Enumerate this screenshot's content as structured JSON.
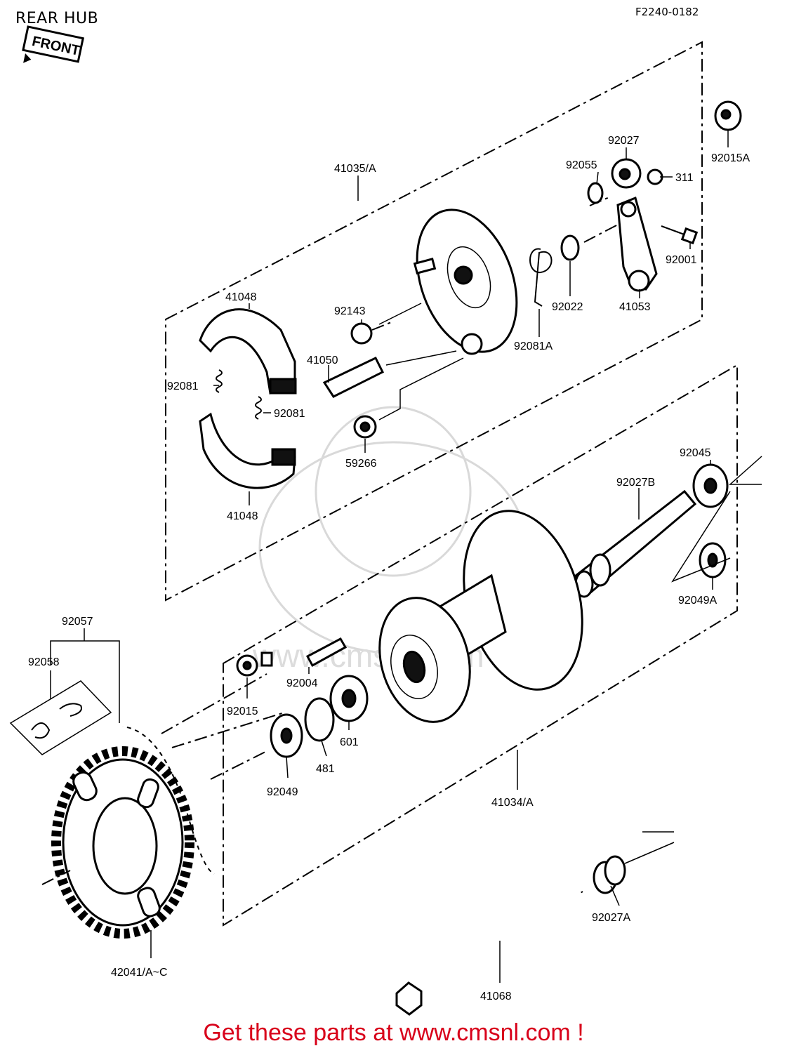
{
  "header": {
    "title": "REAR HUB",
    "diagram_code": "F2240-0182"
  },
  "front_badge": "FRONT",
  "watermark": "www.cmsnl.com",
  "labels": {
    "l92015A": "92015A",
    "l92027": "92027",
    "l92055": "92055",
    "l311": "311",
    "l41035A": "41035/A",
    "l92001": "92001",
    "l41053": "41053",
    "l92022": "92022",
    "l92081A": "92081A",
    "l41048a": "41048",
    "l92143": "92143",
    "l41050": "41050",
    "l92081a": "92081",
    "l92081b": "92081",
    "l59266": "59266",
    "l41048b": "41048",
    "l92045": "92045",
    "l92027B": "92027B",
    "l92049A": "92049A",
    "l92057": "92057",
    "l92058": "92058",
    "l92015": "92015",
    "l92004": "92004",
    "l601": "601",
    "l481": "481",
    "l92049": "92049",
    "l41034A": "41034/A",
    "l92027A": "92027A",
    "l42041": "42041/A~C",
    "l41068": "41068"
  },
  "footer": {
    "text": "Get these parts at www.cmsnl.com !",
    "color": "#d8001a"
  }
}
